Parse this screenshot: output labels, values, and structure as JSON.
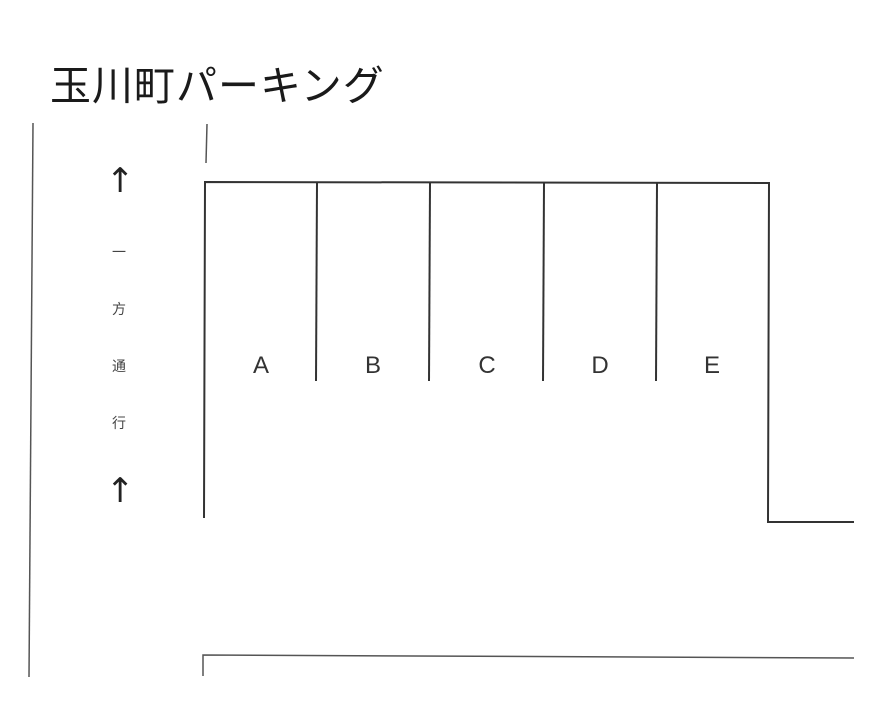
{
  "title": "玉川町パーキング",
  "direction_note": {
    "arrow_top": "↑",
    "arrow_bottom": "↑",
    "text_chars": [
      "一",
      "方",
      "通",
      "行"
    ]
  },
  "slots": [
    "A",
    "B",
    "C",
    "D",
    "E"
  ]
}
